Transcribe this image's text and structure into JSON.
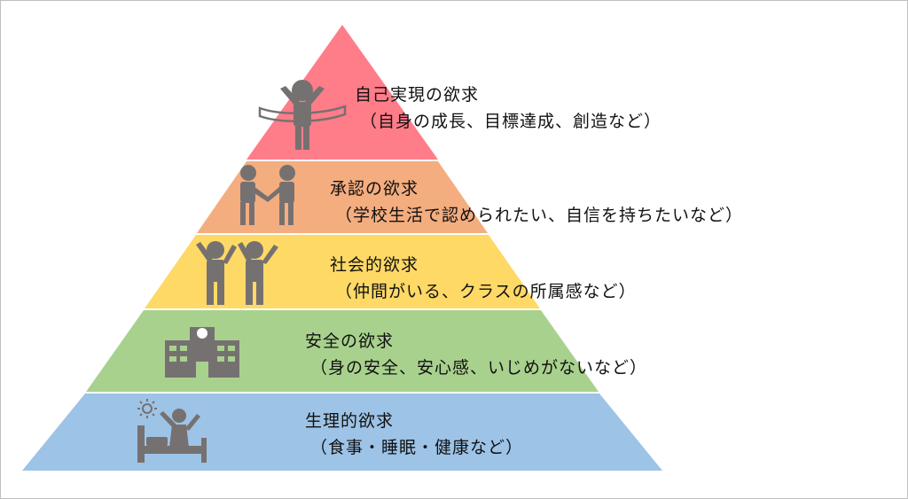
{
  "pyramid": {
    "levels": [
      {
        "id": "self-actualization",
        "title": "自己実現の欲求",
        "subtitle": "（自身の成長、目標達成、創造など）",
        "color": "#ff7c89",
        "icon": "ribbon-finish-person-icon"
      },
      {
        "id": "esteem",
        "title": "承認の欲求",
        "subtitle": "（学校生活で認められたい、自信を持ちたいなど）",
        "color": "#f4ad7f",
        "icon": "handshake-people-icon"
      },
      {
        "id": "social",
        "title": "社会的欲求",
        "subtitle": "（仲間がいる、クラスの所属感など）",
        "color": "#ffd966",
        "icon": "two-people-cheering-icon"
      },
      {
        "id": "safety",
        "title": "安全の欲求",
        "subtitle": "（身の安全、安心感、いじめがないなど）",
        "color": "#a9d18e",
        "icon": "school-building-icon"
      },
      {
        "id": "physiological",
        "title": "生理的欲求",
        "subtitle": "（食事・睡眠・健康など）",
        "color": "#9dc3e6",
        "icon": "person-waking-bed-icon"
      }
    ],
    "icon_color": "#767171"
  }
}
